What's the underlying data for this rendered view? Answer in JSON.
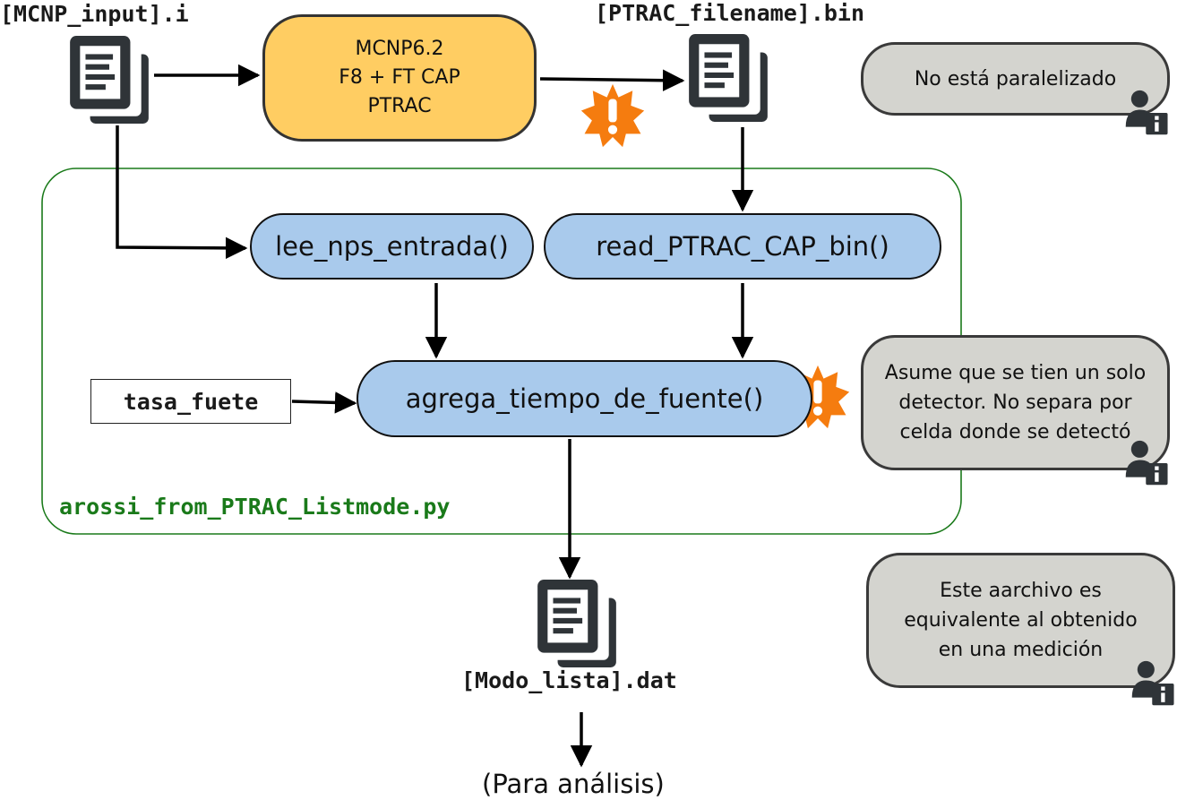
{
  "files": {
    "mcnp_input": "[MCNP_input].i",
    "ptrac_file": "[PTRAC_filename].bin",
    "modo_lista": "[Modo_lista].dat"
  },
  "mcnp_box": {
    "line1": "MCNP6.2",
    "line2": "F8 + FT CAP",
    "line3": "PTRAC"
  },
  "functions": {
    "lee_nps": "lee_nps_entrada()",
    "read_ptrac": "read_PTRAC_CAP_bin()",
    "agrega": "agrega_tiempo_de_fuente()"
  },
  "tasa_fuete": "tasa_fuete",
  "module_label": "arossi_from_PTRAC_Listmode.py",
  "final_output": "(Para análisis)",
  "notes": {
    "note1": [
      "No está paralelizado"
    ],
    "note2": [
      "Asume que se tien un solo",
      "detector. No separa por",
      "celda donde se detectó"
    ],
    "note3": [
      "Este aarchivo es",
      "equivalente al obtenido",
      "en una medición"
    ]
  },
  "colors": {
    "mcnp_fill": "#ffcd62",
    "function_fill": "#a9caec",
    "note_fill": "#d4d4cf",
    "module_border": "#1a7a1a",
    "warning": "#f57c0f",
    "icon_dark": "#2f3438"
  },
  "icons": [
    "document-icon",
    "warning-icon",
    "user-info-icon"
  ]
}
